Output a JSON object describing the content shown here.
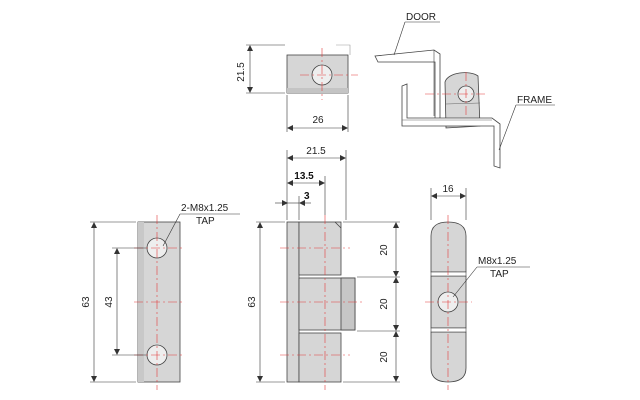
{
  "drawing": {
    "top_front_view": {
      "dim_height": "21.5",
      "dim_width": "26"
    },
    "iso_view": {
      "door_label": "DOOR",
      "frame_label": "FRAME"
    },
    "side_view": {
      "dim_height": "63",
      "dim_hole_spacing": "43",
      "tap_line1": "2-M8x1.25",
      "tap_line2": "TAP"
    },
    "front_view": {
      "dim_height": "63",
      "dim_total_width": "21.5",
      "dim_mid_width": "13.5",
      "dim_small": "3",
      "dim_seg_1": "20",
      "dim_seg_2": "20",
      "dim_seg_3": "20"
    },
    "right_view": {
      "dim_width": "16",
      "tap_line1": "M8x1.25",
      "tap_line2": "TAP"
    }
  },
  "colors": {
    "body_gray": "#d6d6d6",
    "centerline": "#e23b3b",
    "outline": "#444444",
    "dimension": "#333333"
  }
}
